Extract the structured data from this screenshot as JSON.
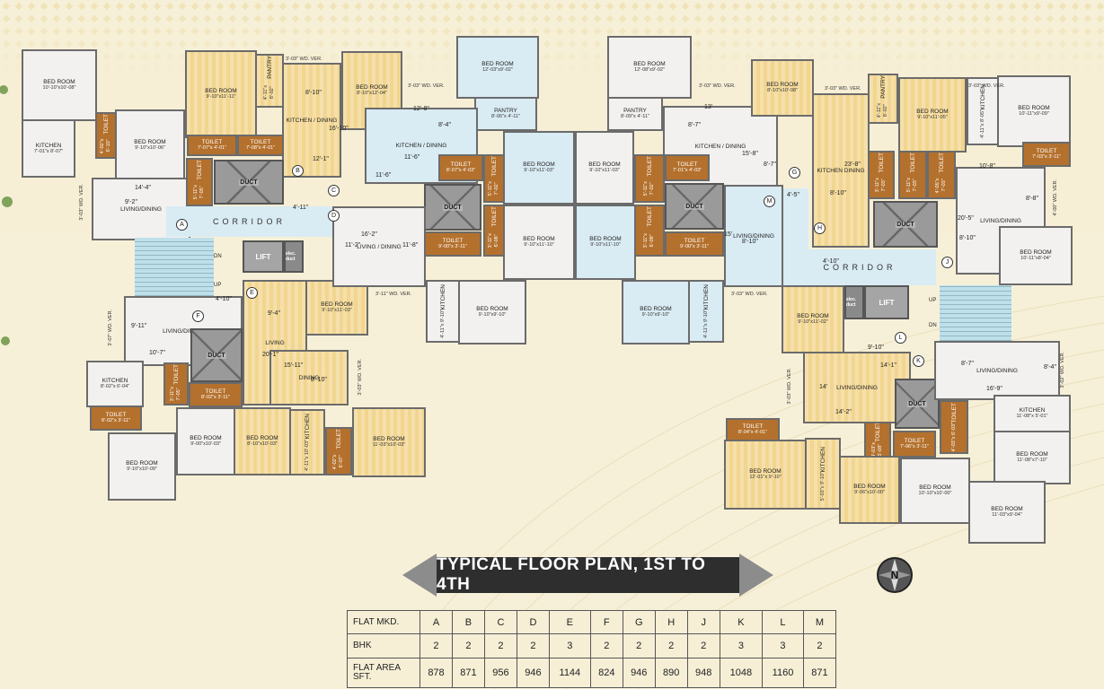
{
  "title": "TYPICAL FLOOR PLAN, 1ST TO 4TH",
  "colors": {
    "background": "#f6efd6",
    "wood": "#f2d58f",
    "toilet": "#b4712d",
    "light": "#f2f1ef",
    "blue": "#d9ebf3",
    "banner": "#2e2e2e"
  },
  "table": {
    "headers": [
      "FLAT MKD.",
      "BHK",
      "FLAT AREA SFT."
    ],
    "flats": [
      "A",
      "B",
      "C",
      "D",
      "E",
      "F",
      "G",
      "H",
      "J",
      "K",
      "L",
      "M"
    ],
    "bhk": [
      "2",
      "2",
      "2",
      "2",
      "3",
      "2",
      "2",
      "2",
      "2",
      "3",
      "3",
      "2"
    ],
    "area": [
      "878",
      "871",
      "956",
      "946",
      "1144",
      "824",
      "946",
      "890",
      "948",
      "1048",
      "1160",
      "871"
    ]
  },
  "plan": {
    "corridor_label": "CORRIDOR",
    "duct_label": "DUCT",
    "lift_label": "LIFT",
    "elec_label": "elec. duct",
    "stair_up": "UP",
    "stair_dn": "DN",
    "markers": [
      "A",
      "B",
      "C",
      "D",
      "E",
      "F",
      "G",
      "H",
      "J",
      "K",
      "L",
      "M"
    ],
    "rooms": [
      {
        "n": "BED ROOM",
        "d": "10'-10\"x10'-08\""
      },
      {
        "n": "KITCHEN",
        "d": "7'-01\"x 8'-07\""
      },
      {
        "n": "TOILET",
        "d": "4'-02\"x 6'-10\""
      },
      {
        "n": "BED ROOM",
        "d": "9'-10\"x10'-06\""
      },
      {
        "n": "BED ROOM",
        "d": "9'-10\"x11'-11\""
      },
      {
        "n": "PANTRY",
        "d": "4'-11\"x 8'-02\""
      },
      {
        "n": "BED ROOM",
        "d": "8'-10\"x12'-04\""
      },
      {
        "n": "TOILET",
        "d": "7'-07\"x 4'-01\""
      },
      {
        "n": "TOILET",
        "d": "7'-08\"x 4'-01\""
      },
      {
        "n": "TOILET",
        "d": "5'-11\"x 7'-05\""
      },
      {
        "n": "BED ROOM",
        "d": "12'-03\"x9'-02\""
      },
      {
        "n": "PANTRY",
        "d": "8'-06\"x 4'-11\""
      },
      {
        "n": "TOILET",
        "d": "8'-07\"x 4'-03\""
      },
      {
        "n": "TOILET",
        "d": "5'-11\"x 7'-02\""
      },
      {
        "n": "BED ROOM",
        "d": "9'-10\"x11'-03\""
      },
      {
        "n": "TOILET",
        "d": "9'-00\"x 3'-11\""
      },
      {
        "n": "TOILET",
        "d": "3'-11\"x 6'-08\""
      },
      {
        "n": "BED ROOM",
        "d": "9'-10\"x11'-10\""
      },
      {
        "n": "KITCHEN",
        "d": "4'-11\"x 9'-10\""
      },
      {
        "n": "BED ROOM",
        "d": "9'-10\"x9'-10\""
      },
      {
        "n": "BED ROOM",
        "d": "12'-08\"x9'-02\""
      },
      {
        "n": "PANTRY",
        "d": "8'-09\"x 4'-11\""
      },
      {
        "n": "BED ROOM",
        "d": "9'-10\"x11'-03\""
      },
      {
        "n": "TOILET",
        "d": "5'-11\"x 7'-02\""
      },
      {
        "n": "TOILET",
        "d": "7'-01\"x 4'-03\""
      },
      {
        "n": "TOILET",
        "d": "3'-11\"x 6'-08\""
      },
      {
        "n": "TOILET",
        "d": "9'-00\"x 3'-11\""
      },
      {
        "n": "BED ROOM",
        "d": "9'-10\"x11'-10\""
      },
      {
        "n": "BED ROOM",
        "d": "9'-10\"x9'-10\""
      },
      {
        "n": "KITCHEN",
        "d": "4'-11\"x 9'-10\""
      },
      {
        "n": "BED ROOM",
        "d": "8'-10\"x10'-08\""
      },
      {
        "n": "PANTRY",
        "d": "4'-11\"x 8'-02\""
      },
      {
        "n": "BED ROOM",
        "d": "9'-10\"x11'-05\""
      },
      {
        "n": "KITCHEN",
        "d": "4'-11\"x 8'-05\""
      },
      {
        "n": "BED ROOM",
        "d": "10'-11\"x9'-09\""
      },
      {
        "n": "KITCHEN DINING",
        "d": ""
      },
      {
        "n": "TOILET",
        "d": "3'-11\"x 7'-03\""
      },
      {
        "n": "TOILET",
        "d": "5'-11\"x 7'-03\""
      },
      {
        "n": "TOILET",
        "d": "4'-05\"x 7'-03\""
      },
      {
        "n": "TOILET",
        "d": "7'-03\"x 3'-11\""
      },
      {
        "n": "BED ROOM",
        "d": "10'-11\"x8'-04\""
      },
      {
        "n": "BED ROOM",
        "d": "9'-10\"x11'-03\""
      },
      {
        "n": "KITCHEN",
        "d": "8'-02\"x 6'-04\""
      },
      {
        "n": "TOILET",
        "d": "8'-02\"x 3'-11\""
      },
      {
        "n": "TOILET",
        "d": "3'-11\"x 7'-05\""
      },
      {
        "n": "TOILET",
        "d": "8'-02\"x 3'-11\""
      },
      {
        "n": "BED ROOM",
        "d": "9'-00\"x10'-03\""
      },
      {
        "n": "BED ROOM",
        "d": "8'-10\"x10'-03\""
      },
      {
        "n": "KITCHEN",
        "d": "4'-11\"x 10'-03\""
      },
      {
        "n": "TOILET",
        "d": "4'-02\"x 6'-07\""
      },
      {
        "n": "BED ROOM",
        "d": "11'-03\"x10'-03\""
      },
      {
        "n": "BED ROOM",
        "d": "9'-10\"x10'-09\""
      },
      {
        "n": "BED ROOM",
        "d": "9'-10\"x11'-02\""
      },
      {
        "n": "TOILET",
        "d": "8'-04\"x 4'-01\""
      },
      {
        "n": "BED ROOM",
        "d": "12'-01\"x 9'-10\""
      },
      {
        "n": "KITCHEN",
        "d": "5'-03\"x 9'-10\""
      },
      {
        "n": "BED ROOM",
        "d": "9'-06\"x10'-00\""
      },
      {
        "n": "TOILET",
        "d": "4'-03\"x 6'-08\""
      },
      {
        "n": "TOILET",
        "d": "7'-06\"x 3'-11\""
      },
      {
        "n": "TOILET",
        "d": "4'-03\"x 6'-03\""
      },
      {
        "n": "BED ROOM",
        "d": "10'-10\"x10'-00\""
      },
      {
        "n": "KITCHEN",
        "d": "11'-08\"x 5'-01\""
      },
      {
        "n": "BED ROOM",
        "d": "11'-08\"x7'-10\""
      },
      {
        "n": "BED ROOM",
        "d": "11'-03\"x9'-04\""
      }
    ],
    "living": [
      "LIVING/DINING",
      "KITCHEN / DINING",
      "KITCHEN / DINING",
      "KITCHEN / DINING",
      "LIVING/DINING",
      "LIVING / DINING",
      "LIVING/DINING",
      "LIVING/DINING",
      "LIVING",
      "DINING",
      "LIVING/DINING",
      "LIVING/DINING"
    ],
    "wd_ver": [
      "3'-03\" WD. VER.",
      "3'-03\" WD. VER.",
      "3'-03\" WD. VER.",
      "3'-03\" WD. VER.",
      "3'-03\" WD. VER.",
      "3'-03\" WD. VER.",
      "3'-11\" WD. VER.",
      "3'-03\" WD. VER.",
      "3'-07\" WD. VER.",
      "3'-03\" WD. VER.",
      "3'-03\" WD. VER.",
      "3'-02\" WD. VER.",
      "4'-00\" WD. VER."
    ],
    "dims": [
      "14'-4\"",
      "9'-2\"",
      "8'-10\"",
      "16'-10\"",
      "12'-1\"",
      "4'-11\"",
      "12'-8\"",
      "8'-4\"",
      "11'-6\"",
      "11'-6\"",
      "16'-2\"",
      "11'-2\"",
      "11'-8\"",
      "13'",
      "8'-7\"",
      "15'-8\"",
      "8'-7\"",
      "8'-10\"",
      "23'-8\"",
      "10'-8\"",
      "4'-5\"",
      "15'",
      "8'-10\"",
      "20'-5\"",
      "8'-8\"",
      "8'-10\"",
      "4'-10\"",
      "4'-10\"",
      "9'-4\"",
      "20'-1\"",
      "15'-11\"",
      "8'-10\"",
      "10'-7\"",
      "9'-11\"",
      "9'-10\"",
      "14'-1\"",
      "14'",
      "14'-2\"",
      "8'-7\"",
      "8'-4\"",
      "16'-9\""
    ]
  }
}
